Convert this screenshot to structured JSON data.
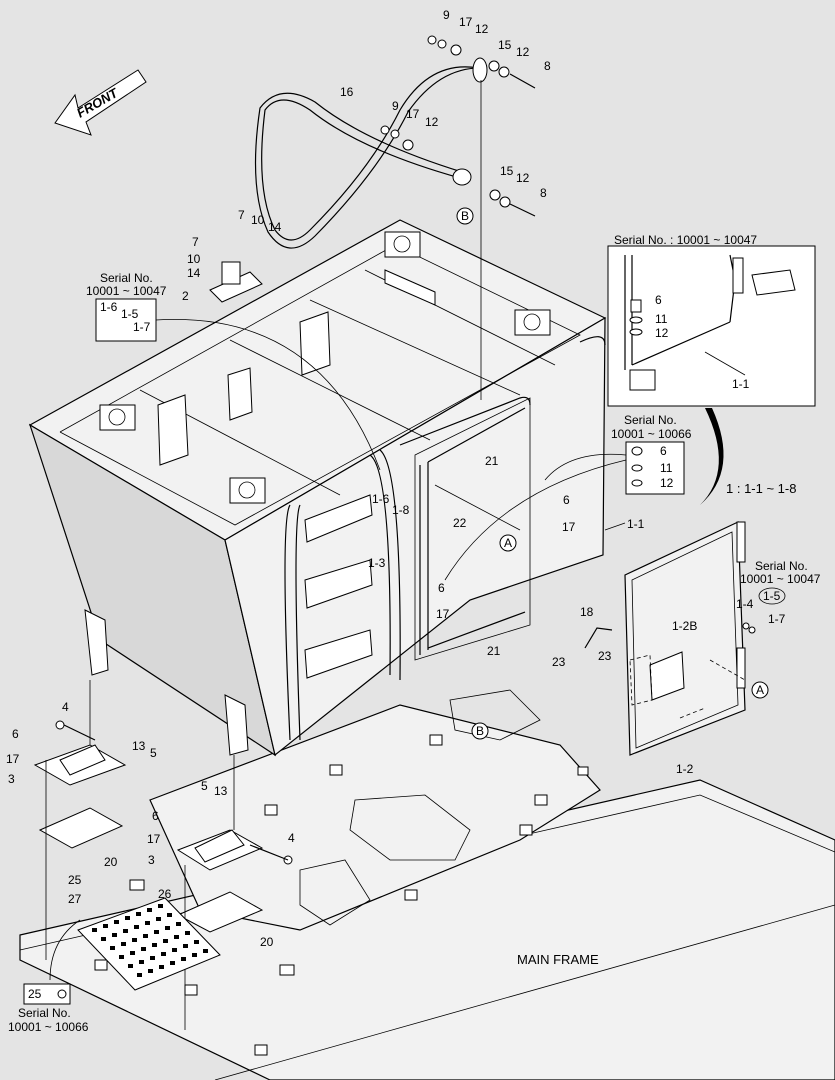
{
  "front_label": "FRONT",
  "main_frame_label": "MAIN FRAME",
  "breakdown_note": "1 : 1-1 ~ 1-8",
  "inset": {
    "serial": "Serial No. : 10001 ~ 10047",
    "parts": [
      "6",
      "11",
      "12"
    ],
    "panel_label": "1-1"
  },
  "serial_boxes": {
    "top_left": {
      "line1": "Serial No.",
      "line2": "10001 ~ 10047",
      "parts": [
        "1-6",
        "1-5",
        "1-7"
      ]
    },
    "mid_right": {
      "line1": "Serial No.",
      "line2": "10001 ~ 10066",
      "parts": [
        "6",
        "11",
        "12"
      ]
    },
    "door": {
      "line1": "Serial No.",
      "line2": "10001 ~ 10047",
      "parts": [
        "1-4",
        "1-5",
        "1-7"
      ]
    },
    "bottom_left": {
      "line1": "Serial No.",
      "line2": "10001 ~ 10066",
      "part": "25"
    }
  },
  "callouts": {
    "c9a": "9",
    "c17a": "17",
    "c12a": "12",
    "c15a": "15",
    "c12b": "12",
    "c8a": "8",
    "c16": "16",
    "c9b": "9",
    "c17b": "17",
    "c12c": "12",
    "c15b": "15",
    "c12d": "12",
    "c8b": "8",
    "cB1": "B",
    "c7a": "7",
    "c10a": "10",
    "c14a": "14",
    "c7b": "7",
    "c10b": "10",
    "c14b": "14",
    "c2": "2",
    "c16b": "1-6",
    "c18b": "1-8",
    "c13b": "1-3",
    "c21a": "21",
    "c22": "22",
    "c21b": "21",
    "c6a": "6",
    "c17c": "17",
    "c6b": "6",
    "c17d": "17",
    "cA1": "A",
    "c11": "1-1",
    "c18": "18",
    "c23a": "23",
    "c23b": "23",
    "c12B": "1-2B",
    "c12door": "1-2",
    "cA2": "A",
    "c4a": "4",
    "c6c": "6",
    "c17e": "17",
    "c3a": "3",
    "c13a": "13",
    "c5a": "5",
    "c20a": "20",
    "c5b": "5",
    "c13c": "13",
    "c6d": "6",
    "c17f": "17",
    "c3b": "3",
    "c4b": "4",
    "c25": "25",
    "c27": "27",
    "c26": "26",
    "c20b": "20",
    "cB2": "B"
  }
}
